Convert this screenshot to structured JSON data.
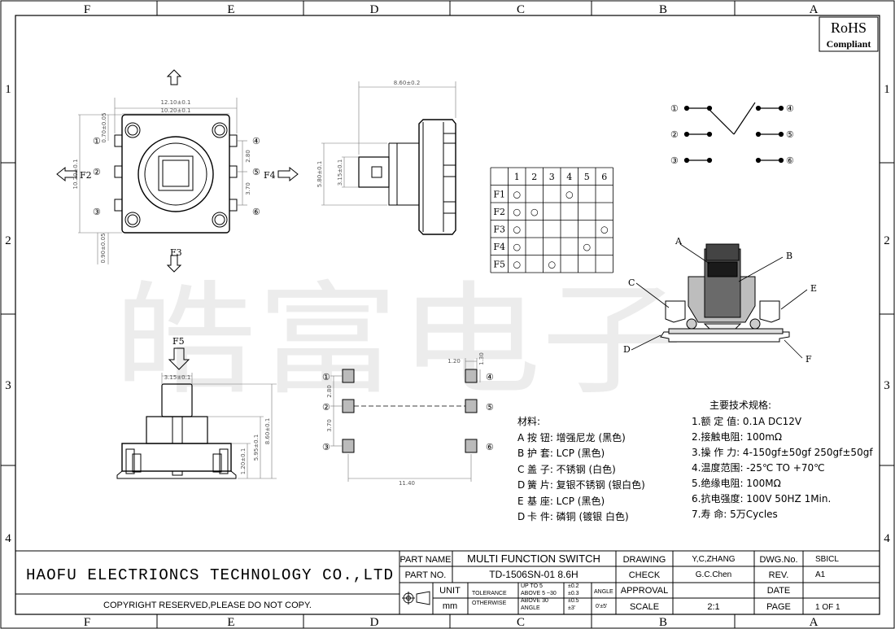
{
  "zones": {
    "columns": [
      "F",
      "E",
      "D",
      "C",
      "B",
      "A"
    ],
    "rows": [
      "1",
      "2",
      "3",
      "4"
    ]
  },
  "rohs": {
    "line1": "RoHS",
    "line2": "Compliant"
  },
  "watermark": "皓富电子",
  "top_view": {
    "arrow_f2": "F2",
    "arrow_f4": "F4",
    "arrow_f3": "F3",
    "dim_12_10": "12.10±0.1",
    "dim_10_20": "10.20±0.1",
    "dim_side_10_20": "10.20±0.1",
    "dim_0_70": "0.70±0.05",
    "dim_0_90": "0.90±0.05",
    "dim_2_80": "2.80",
    "dim_3_70": "3.70",
    "pins": [
      "①",
      "②",
      "③",
      "④",
      "⑤",
      "⑥"
    ]
  },
  "side_view": {
    "dim_8_60": "8.60±0.2",
    "dim_5_80": "5.80±0.1",
    "dim_3_15": "3.15±0.1"
  },
  "front_view": {
    "arrow_f5": "F5",
    "dim_3_15": "3.15±0.1",
    "dim_8_60": "8.60±0.1",
    "dim_5_95": "5.95±0.1",
    "dim_1_20": "1.20±0.1"
  },
  "pad_layout": {
    "dim_1_20": "1.20",
    "dim_1_30": "1.30",
    "dim_2_80": "2.80",
    "dim_3_70": "3.70",
    "dim_11_40": "11.40",
    "pins": [
      "①",
      "②",
      "③",
      "④",
      "⑤",
      "⑥"
    ]
  },
  "schematic": {
    "pins": [
      "①",
      "②",
      "③",
      "④",
      "⑤",
      "⑥"
    ]
  },
  "truth_table": {
    "headers": [
      "1",
      "2",
      "3",
      "4",
      "5",
      "6"
    ],
    "rows": [
      {
        "label": "F1",
        "marks": [
          1,
          4
        ]
      },
      {
        "label": "F2",
        "marks": [
          1,
          2
        ]
      },
      {
        "label": "F3",
        "marks": [
          1,
          6
        ]
      },
      {
        "label": "F4",
        "marks": [
          1,
          5
        ]
      },
      {
        "label": "F5",
        "marks": [
          1,
          3
        ]
      }
    ],
    "mark_symbol": "○"
  },
  "cross_section": {
    "labels": [
      "A",
      "B",
      "C",
      "D",
      "E",
      "F"
    ]
  },
  "materials": {
    "title": "材料:",
    "items": [
      {
        "key": "A",
        "text": "按  钮: 增强尼龙 (黑色)"
      },
      {
        "key": "B",
        "text": "护  套: LCP (黑色)"
      },
      {
        "key": "C",
        "text": "盖  子: 不锈钢 (白色)"
      },
      {
        "key": "D",
        "text": "簧  片: 复银不锈钢 (银白色)"
      },
      {
        "key": "E",
        "text": "基  座: LCP (黑色)"
      },
      {
        "key": "D",
        "text": "卡  件: 磷铜 (镀银 白色)"
      }
    ]
  },
  "specs": {
    "title": "主要技术规格:",
    "items": [
      "1.额 定 值: 0.1A DC12V",
      "2.接触电阻: 100mΩ",
      "3.操 作 力: 4-150gf±50gf 250gf±50gf",
      "4.温度范围: -25℃ TO +70℃",
      "5.绝缘电阻: 100MΩ",
      "6.抗电强度: 100V 50HZ 1Min.",
      "7.寿    命: 5万Cycles"
    ]
  },
  "title_block": {
    "company": "HAOFU ELECTRIONCS TECHNOLOGY CO.,LTD",
    "copyright": "COPYRIGHT RESERVED,PLEASE DO NOT COPY.",
    "part_name_label": "PART NAME",
    "part_name": "MULTI FUNCTION SWITCH",
    "part_no_label": "PART NO.",
    "part_no": "TD-1506SN-01 8.6H",
    "unit_label": "UNIT",
    "unit": "mm",
    "tolerance_label": "TOLERANCE",
    "otherwise_label": "OTHERWISE",
    "tol_rows": [
      {
        "range": "UP TO 5",
        "value": "±0.2"
      },
      {
        "range": "ABOVE 5 ~30",
        "value": "±0.3"
      },
      {
        "range": "ABOVE 30",
        "value": "±0.5"
      },
      {
        "range": "ANGLE",
        "value": "±3'"
      }
    ],
    "angle_label": "ANGLE",
    "angle_value": "0'±5'",
    "drawing_label": "DRAWING",
    "drawing": "Y,C,ZHANG",
    "check_label": "CHECK",
    "check": "G.C.Chen",
    "approval_label": "APPROVAL",
    "scale_label": "SCALE",
    "scale": "2:1",
    "dwg_label": "DWG.No.",
    "dwg": "SBICL",
    "rev_label": "REV.",
    "rev": "A1",
    "date_label": "DATE",
    "page_label": "PAGE",
    "page": "1 OF 1"
  }
}
